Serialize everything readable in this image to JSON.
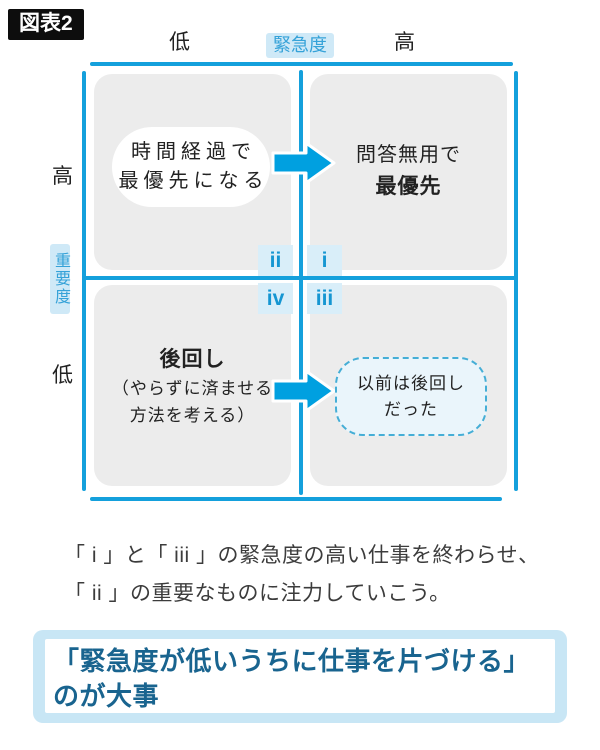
{
  "figure_label": "図表2",
  "axes": {
    "urgency": {
      "label": "緊急度",
      "low": "低",
      "high": "高"
    },
    "importance": {
      "label": "重要度",
      "high": "高",
      "low": "低"
    }
  },
  "matrix": {
    "top_left": {
      "bubble_line1": "時間経過で",
      "bubble_line2": "最優先になる"
    },
    "top_right": {
      "line1": "問答無用で",
      "line2": "最優先"
    },
    "bottom_left": {
      "title": "後回し",
      "note_line1": "（やらずに済ませる",
      "note_line2": "方法を考える）"
    },
    "bottom_right": {
      "line1": "以前は後回し",
      "line2": "だった"
    },
    "numerals": {
      "top_left": "ii",
      "top_right": "i",
      "bottom_left": "iv",
      "bottom_right": "iii"
    }
  },
  "caption": {
    "line1": "「 i 」と「 iii 」の緊急度の高い仕事を終わらせ、",
    "line2": "「 ii 」の重要なものに注力していこう。"
  },
  "banner": {
    "line1": "「緊急度が低いうちに仕事を片づける」",
    "line2": "のが大事"
  },
  "colors": {
    "accent_blue": "#14a0dc",
    "arrow_blue": "#00a0e0",
    "highlight_bg": "#cfe9f7",
    "highlight_text": "#35a2d8",
    "numeral_bg": "#d9eef9",
    "numeral_text": "#1596d2",
    "quadrant_gray": "#ececec",
    "dashed_border": "#45aed6",
    "dashed_bg": "#eaf5fb",
    "banner_frame": "#c8e6f5",
    "banner_text": "#19648f"
  }
}
